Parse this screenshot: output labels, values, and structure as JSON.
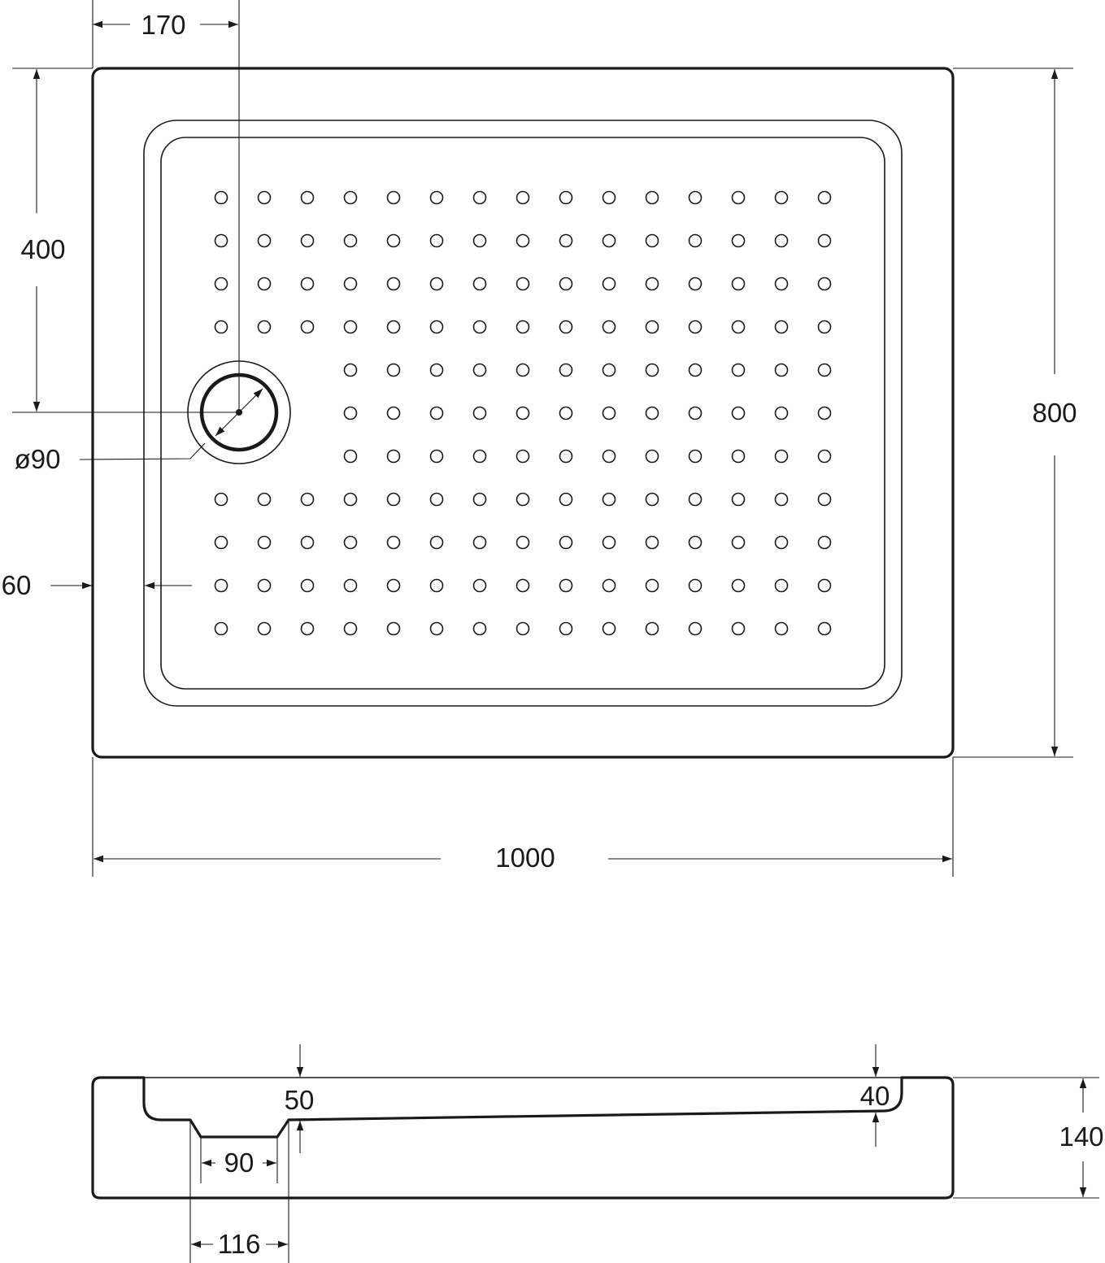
{
  "plan_view": {
    "dim_drain_offset_x": "170",
    "dim_drain_offset_y": "400",
    "dim_depth": "800",
    "dim_width": "1000",
    "dim_drain_diameter": "ø90",
    "dim_rim_width": "60"
  },
  "section_view": {
    "dim_floor_depth_drain": "50",
    "dim_floor_depth_end": "40",
    "dim_height": "140",
    "dim_drain_bore": "90",
    "dim_drain_housing": "116"
  },
  "colors": {
    "line": "#1a1a1a",
    "background": "#ffffff"
  }
}
